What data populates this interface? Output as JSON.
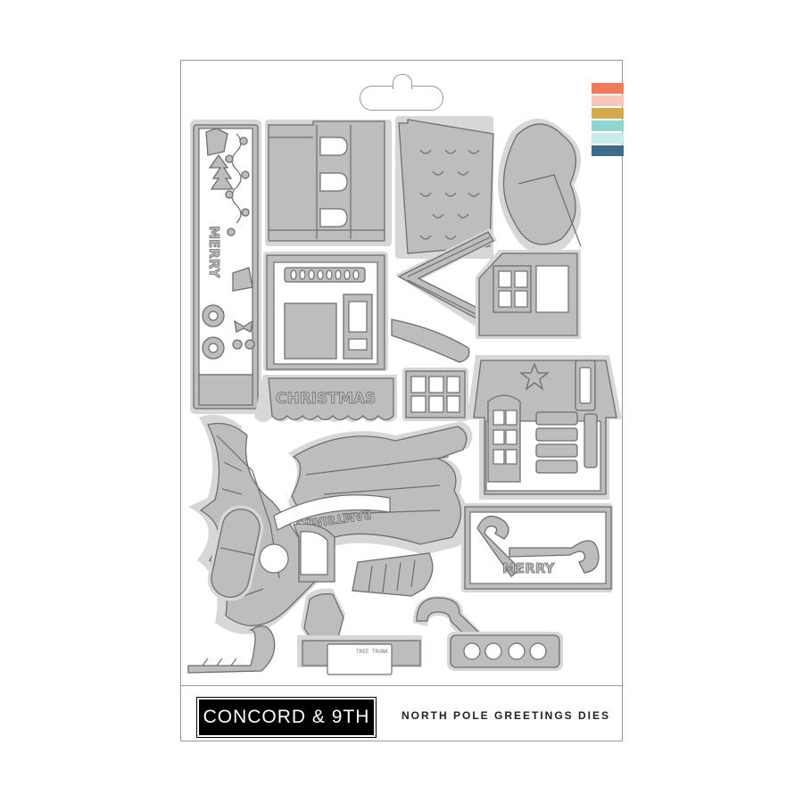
{
  "brand": {
    "logo_text": "CONCORD & 9TH"
  },
  "product": {
    "title": "NORTH POLE GREETINGS DIES"
  },
  "die_words": {
    "merry_vertical": "MERRY",
    "christmas_banner": "CHRISTMAS",
    "christmas_arc": "CHRISTMAS",
    "merry_bottom": "MERRY",
    "tree_trunk_label": "TREE TRUNK"
  },
  "swatch_colors": [
    "#ef7b5c",
    "#f6c6b8",
    "#d4aa4c",
    "#8fd6d0",
    "#c8ebe6",
    "#3d6b8c"
  ],
  "die_colors": {
    "fill": "#bdbdbd",
    "stroke": "#6e6e6e",
    "shadow": "#d7d7d7",
    "cut": "#ffffff"
  }
}
